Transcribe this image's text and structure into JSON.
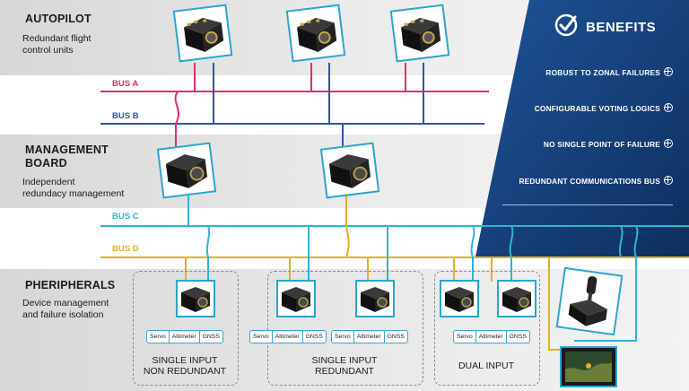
{
  "sections": {
    "autopilot": {
      "title": "AUTOPILOT",
      "desc_line1": "Redundant flight",
      "desc_line2": "control units"
    },
    "management": {
      "title_line1": "MANAGEMENT",
      "title_line2": "BOARD",
      "desc_line1": "Independent",
      "desc_line2": "redundacy management"
    },
    "peripherals": {
      "title": "PHERIPHERALS",
      "desc_line1": "Device management",
      "desc_line2": "and failure isolation"
    }
  },
  "buses": {
    "a": {
      "label": "BUS A",
      "color": "#d6336c"
    },
    "b": {
      "label": "BUS B",
      "color": "#2f55a4"
    },
    "c": {
      "label": "BUS C",
      "color": "#2fb4d6"
    },
    "d": {
      "label": "BUS D",
      "color": "#e0b320"
    }
  },
  "benefits": {
    "title": "BENEFITS",
    "items": [
      "ROBUST TO ZONAL FAILURES",
      "CONFIGURABLE VOTING LOGICS",
      "NO SINGLE POINT OF FAILURE",
      "REDUNDANT COMMUNICATIONS BUS"
    ],
    "panel_color": "#163f7a"
  },
  "groups": [
    {
      "label_line1": "SINGLE INPUT",
      "label_line2": "NON REDUNDANT"
    },
    {
      "label_line1": "SINGLE INPUT",
      "label_line2": "REDUNDANT"
    },
    {
      "label_line1": "DUAL INPUT",
      "label_line2": ""
    }
  ],
  "chips": {
    "servo": "Servo",
    "altimeter": "Altimeter",
    "gnss": "GNSS"
  }
}
